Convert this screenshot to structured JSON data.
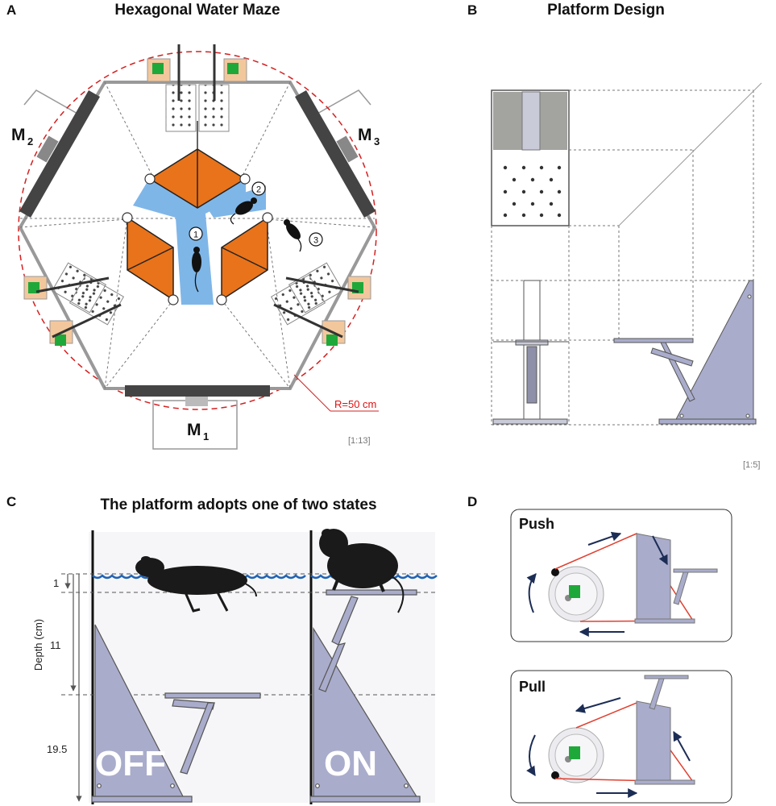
{
  "panels": {
    "a": {
      "letter": "A",
      "title": "Hexagonal Water Maze",
      "mirror_m2": "M",
      "mirror_m2_sub": "2",
      "mirror_m3": "M",
      "mirror_m3_sub": "3",
      "mirror_m1": "M",
      "mirror_m1_sub": "1",
      "radius_label": "R=50 cm",
      "scale": "[1:13]",
      "markers": [
        "1",
        "2",
        "3"
      ]
    },
    "b": {
      "letter": "B",
      "title": "Platform Design",
      "scale": "[1:5]"
    },
    "c": {
      "letter": "C",
      "title": "The platform adopts one of two states",
      "depth_axis_label": "Depth (cm)",
      "depth_ticks": [
        "1",
        "11",
        "19.5"
      ],
      "state_off": "OFF",
      "state_on": "ON"
    },
    "d": {
      "letter": "D",
      "push_label": "Push",
      "pull_label": "Pull"
    }
  },
  "colors": {
    "orange": "#e8731a",
    "blue": "#7fb6e8",
    "water": "#1f63b5",
    "red_dashed": "#d42020",
    "platform_fill": "#a9accb",
    "pulley_red": "#e04030",
    "arrow": "#1c2d55"
  }
}
